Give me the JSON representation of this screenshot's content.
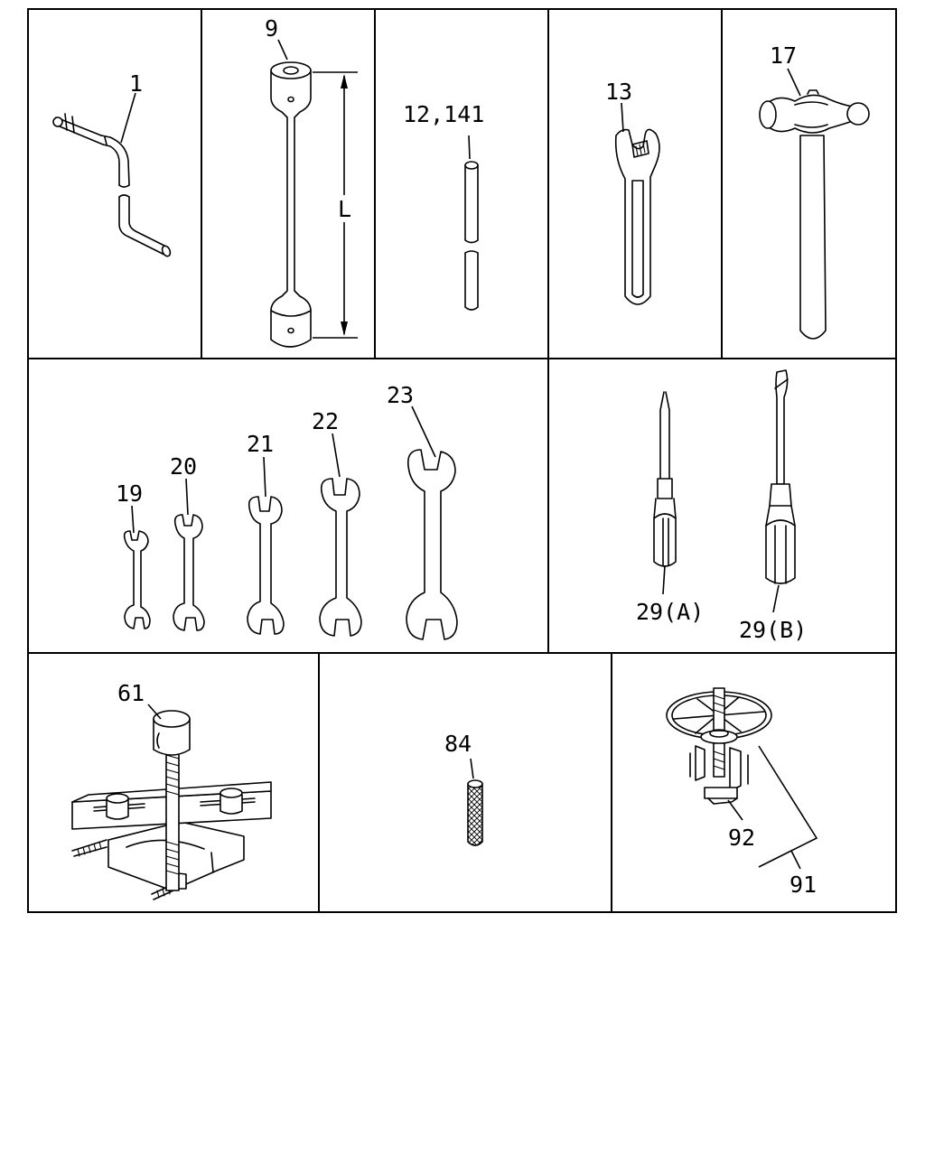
{
  "labels": {
    "p1": "1",
    "p9": "9",
    "dimL": "L",
    "p12": "12,141",
    "p13": "13",
    "p17": "17",
    "p19": "19",
    "p20": "20",
    "p21": "21",
    "p22": "22",
    "p23": "23",
    "p29a": "29(A)",
    "p29b": "29(B)",
    "p61": "61",
    "p84": "84",
    "p92": "92",
    "p91": "91"
  }
}
